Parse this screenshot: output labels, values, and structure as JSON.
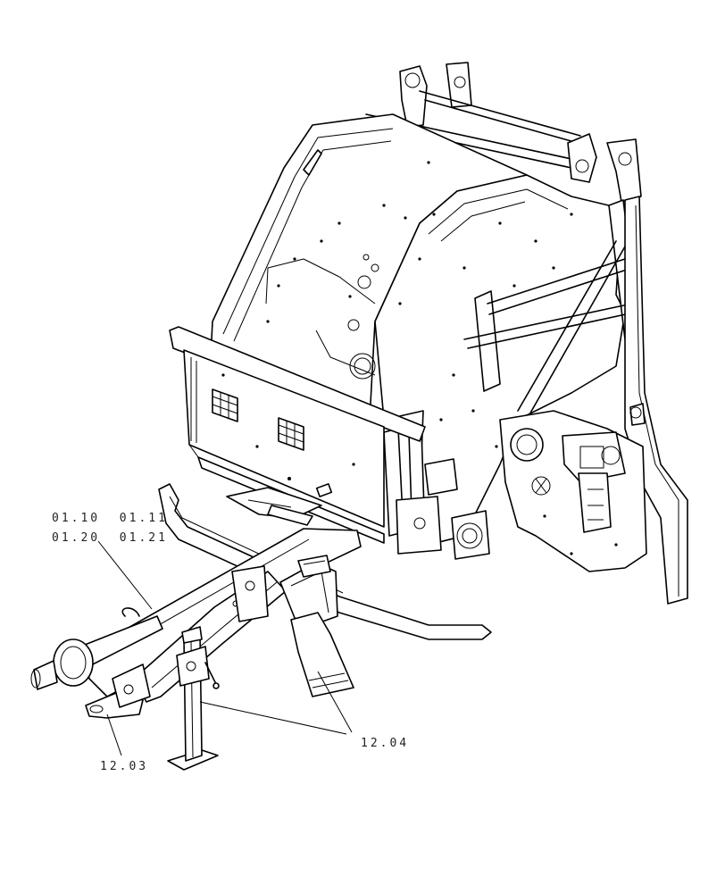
{
  "callouts": {
    "hitch_group_line1": "01.10  01.11",
    "hitch_group_line2": "01.20  01.21",
    "eye_ref": "12.03",
    "stand_ref": "12.04"
  },
  "colors": {
    "line": "#000000",
    "background": "#ffffff"
  }
}
